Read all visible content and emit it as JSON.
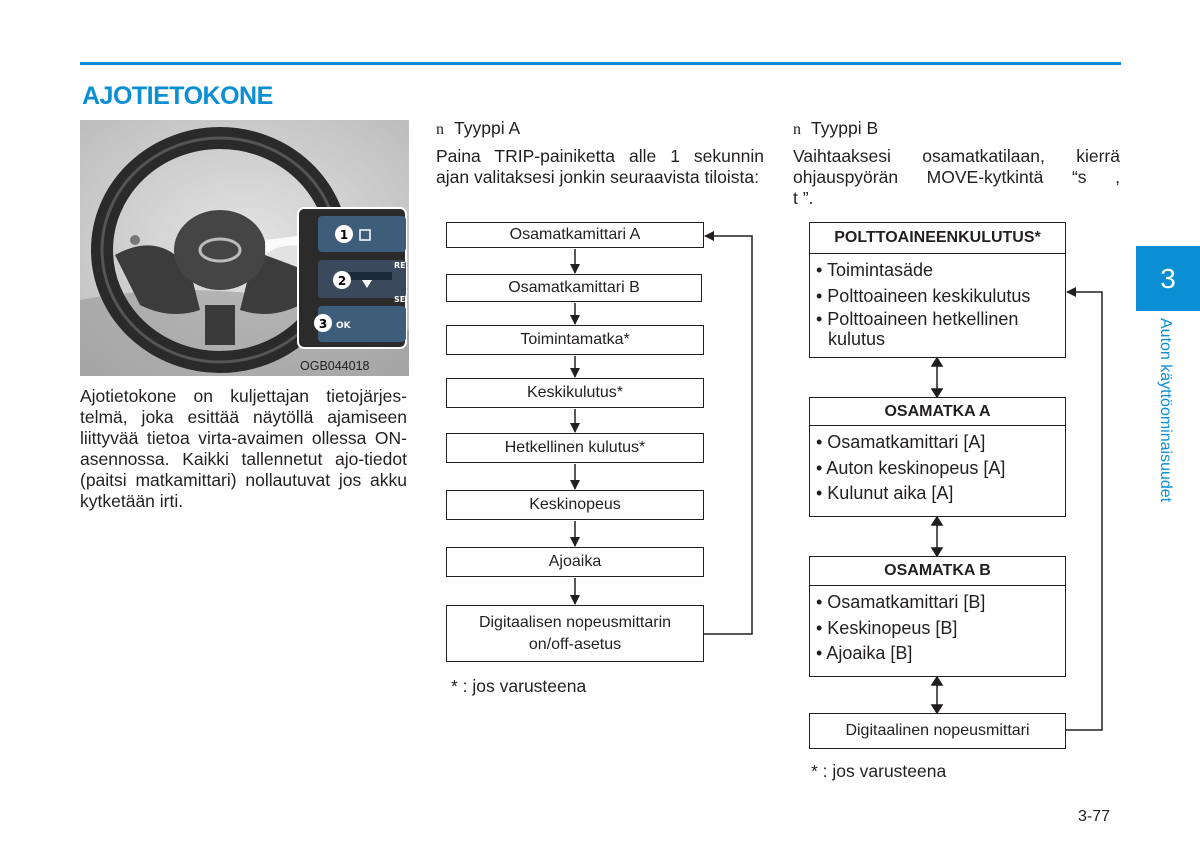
{
  "section": {
    "title": "AJOTIETOKONE"
  },
  "image": {
    "code": "OGB044018",
    "callouts": [
      "1",
      "2",
      "3"
    ],
    "button_labels": [
      "OK",
      "RE",
      "SE"
    ]
  },
  "left_text": "Ajotietokone on kuljettajan tietojärjes-telmä, joka esittää näytöllä ajamiseen liittyvää tietoa virta-avaimen ollessa ON-asennossa. Kaikki tallennetut ajo-tiedot (paitsi matkamittari) nollautuvat jos akku kytketään irti.",
  "type_a": {
    "marker": "n",
    "title": "Tyyppi A",
    "description": "Paina TRIP-painiketta alle 1 sekunnin ajan valitaksesi jonkin seuraavista tiloista:",
    "steps": [
      "Osamatkamittari A",
      "Osamatkamittari B",
      "Toimintamatka*",
      "Keskikulutus*",
      "Hetkellinen kulutus*",
      "Keskinopeus",
      "Ajoaika",
      "Digitaalisen nopeusmittarin on/off-asetus"
    ],
    "footnote": "* : jos varusteena"
  },
  "type_b": {
    "marker": "n",
    "title": "Tyyppi B",
    "description_line1": "Vaihtaaksesi osamatkatilaan, kierrä",
    "description_line2": "ohjauspyörän MOVE-kytkintä “s ,",
    "description_line3": "t ”.",
    "groups": [
      {
        "header": "POLTTOAINEENKULUTUS*",
        "items": [
          "• Toimintasäde",
          "• Polttoaineen keskikulutus",
          "• Polttoaineen hetkellinen kulutus"
        ]
      },
      {
        "header": "OSAMATKA A",
        "items": [
          "• Osamatkamittari [A]",
          "• Auton keskinopeus [A]",
          "• Kulunut aika [A]"
        ]
      },
      {
        "header": "OSAMATKA B",
        "items": [
          "• Osamatkamittari [B]",
          "• Keskinopeus [B]",
          "• Ajoaika [B]"
        ]
      }
    ],
    "final_box": "Digitaalinen nopeusmittari",
    "footnote": "* : jos varusteena"
  },
  "chapter_tab": {
    "number": "3",
    "label": "Auton käyttöominaisuudet"
  },
  "page_number": "3-77",
  "colors": {
    "accent": "#0b8fd4",
    "text": "#231f20"
  }
}
